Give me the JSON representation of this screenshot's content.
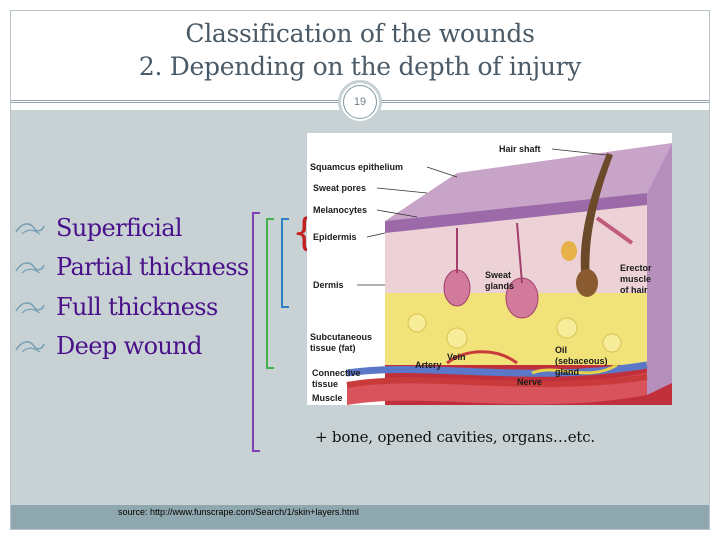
{
  "slide": {
    "title_line1": "Classification of the wounds",
    "title_line2": "2. Depending on the depth of injury",
    "page_number": "19"
  },
  "bullets": [
    "Superficial",
    "Partial thickness",
    "Full thickness",
    "Deep wound"
  ],
  "diagram": {
    "labels": {
      "hair_shaft": "Hair shaft",
      "squamous": "Squamcus epithelium",
      "sweat_pores": "Sweat pores",
      "melanocytes": "Melanocytes",
      "epidermis": "Epidermis",
      "dermis": "Dermis",
      "sweat_glands_1": "Sweat",
      "sweat_glands_2": "glands",
      "erector_1": "Erector",
      "erector_2": "muscle",
      "erector_3": "of hair",
      "subcut_1": "Subcutaneous",
      "subcut_2": "tissue (fat)",
      "vein": "Vein",
      "artery": "Artery",
      "oil_1": "Oil",
      "oil_2": "(sebaceous)",
      "oil_3": "gland",
      "connective_1": "Connective",
      "connective_2": "tissue",
      "nerve": "Nerve",
      "muscle": "Muscle"
    }
  },
  "extra_note": "+ bone, opened cavities, organs…etc.",
  "source": "source: http://www.funscrape.com/Search/1/skin+layers.html",
  "colors": {
    "bullet_text": "#4a0f8a",
    "bracket_purple": "#7d3fb0",
    "bracket_green": "#47b04e",
    "bracket_blue": "#2f7fc6",
    "brace_red": "#c21f1f",
    "panel": "#c8d2d4",
    "footer": "#8fa7ae"
  }
}
